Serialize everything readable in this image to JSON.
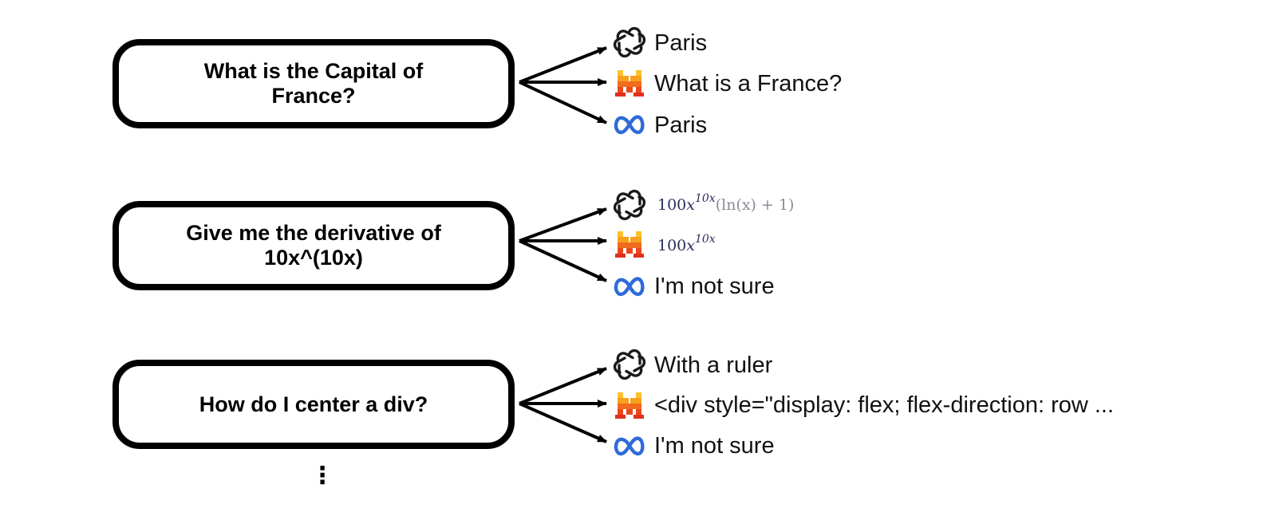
{
  "rows": [
    {
      "question": "What is the Capital of France?",
      "answers": [
        {
          "model_icon": "openai-logo-icon",
          "text": "Paris"
        },
        {
          "model_icon": "mistral-logo-icon",
          "text": "What is a France?"
        },
        {
          "model_icon": "meta-logo-icon",
          "text": "Paris"
        }
      ]
    },
    {
      "question": "Give me the derivative of 10x^(10x)",
      "answers": [
        {
          "model_icon": "openai-logo-icon",
          "math": {
            "base": "100",
            "var": "x",
            "exponent": "10x",
            "rest": "(ln(x) + 1)"
          }
        },
        {
          "model_icon": "mistral-logo-icon",
          "math": {
            "base": "100",
            "var": "x",
            "exponent": "10x"
          }
        },
        {
          "model_icon": "meta-logo-icon",
          "text": "I'm not sure"
        }
      ]
    },
    {
      "question": "How do I center a div?",
      "answers": [
        {
          "model_icon": "openai-logo-icon",
          "text": "With a ruler"
        },
        {
          "model_icon": "mistral-logo-icon",
          "text": "<div style=\"display: flex; flex-direction: row ..."
        },
        {
          "model_icon": "meta-logo-icon",
          "text": "I'm not sure"
        }
      ]
    }
  ],
  "continuation": "⋮",
  "colors": {
    "box_border": "#000000",
    "arrow": "#000000",
    "openai": "#1a1a1a",
    "mistral_orange": "#f7931e",
    "mistral_red": "#e0301e",
    "meta_blue": "#2d6bd8"
  }
}
